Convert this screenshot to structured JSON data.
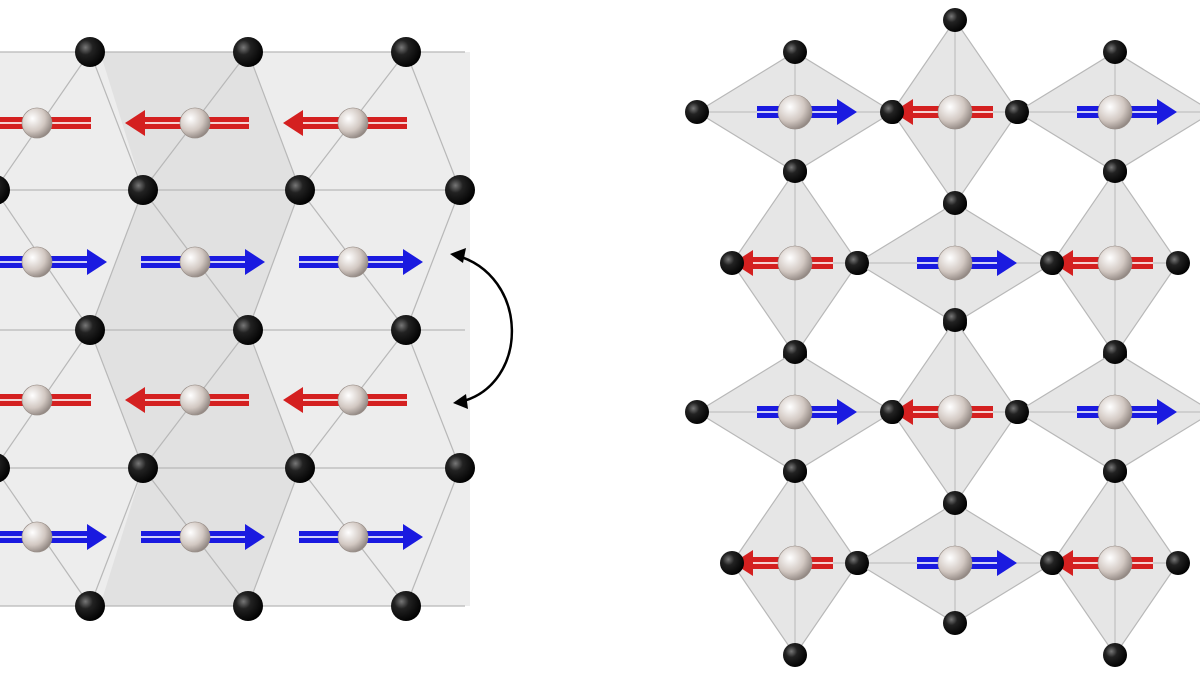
{
  "colors": {
    "up_spin": "#d42020",
    "down_spin": "#1a1ae0",
    "anion": "#111111",
    "cation": "#cfc6c0",
    "polyhedron": "#e6e6e6",
    "edge": "#b8b8b8"
  },
  "left_structure": {
    "spin_rows": [
      "left",
      "right",
      "left",
      "right"
    ],
    "row_colors": [
      "up_spin",
      "down_spin",
      "up_spin",
      "down_spin"
    ],
    "has_exchange_arrow": true
  },
  "right_structure": {
    "spins": [
      [
        "right",
        "left",
        "right"
      ],
      [
        "left",
        "right",
        "left"
      ],
      [
        "right",
        "left",
        "right"
      ],
      [
        "left",
        "right",
        "left"
      ]
    ]
  }
}
